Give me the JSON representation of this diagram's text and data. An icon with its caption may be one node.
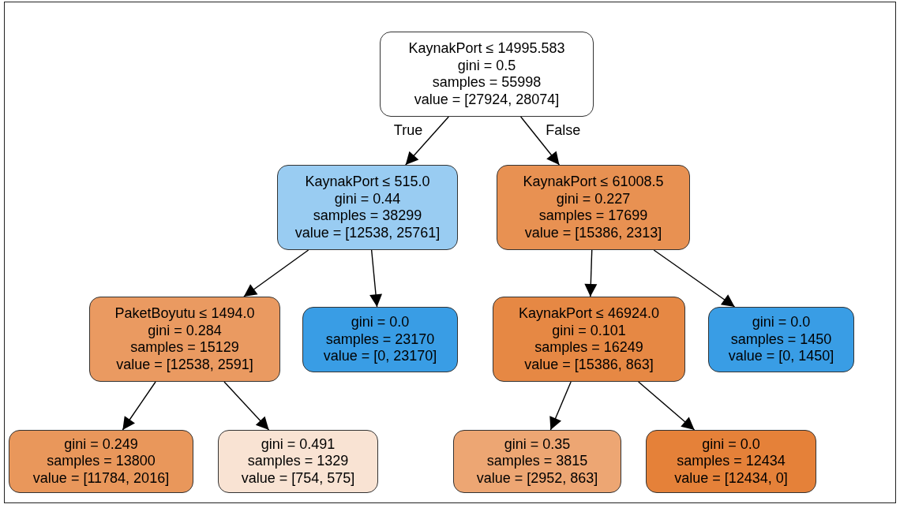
{
  "diagram": {
    "nodes": [
      {
        "text": [
          "KaynakPort ≤ 14995.583",
          "gini = 0.5",
          "samples = 55998",
          "value = [27924, 28074]"
        ]
      },
      {
        "text": [
          "KaynakPort ≤ 515.0",
          "gini = 0.44",
          "samples = 38299",
          "value = [12538, 25761]"
        ]
      },
      {
        "text": [
          "KaynakPort ≤ 61008.5",
          "gini = 0.227",
          "samples = 17699",
          "value = [15386, 2313]"
        ]
      },
      {
        "text": [
          "PaketBoyutu ≤ 1494.0",
          "gini = 0.284",
          "samples = 15129",
          "value = [12538, 2591]"
        ]
      },
      {
        "text": [
          "gini = 0.0",
          "samples = 23170",
          "value = [0, 23170]"
        ]
      },
      {
        "text": [
          "KaynakPort ≤ 46924.0",
          "gini = 0.101",
          "samples = 16249",
          "value = [15386, 863]"
        ]
      },
      {
        "text": [
          "gini = 0.0",
          "samples = 1450",
          "value = [0, 1450]"
        ]
      },
      {
        "text": [
          "gini = 0.249",
          "samples = 13800",
          "value = [11784, 2016]"
        ]
      },
      {
        "text": [
          "gini = 0.491",
          "samples = 1329",
          "value = [754, 575]"
        ]
      },
      {
        "text": [
          "gini = 0.35",
          "samples = 3815",
          "value = [2952, 863]"
        ]
      },
      {
        "text": [
          "gini = 0.0",
          "samples = 12434",
          "value = [12434, 0]"
        ]
      }
    ],
    "edges": [
      {
        "from": 0,
        "to": 1,
        "arrow": "to",
        "label": "True"
      },
      {
        "from": 0,
        "to": 2,
        "arrow": "to",
        "label": "False"
      },
      {
        "from": 1,
        "to": 3,
        "arrow": "to"
      },
      {
        "from": 1,
        "to": 4,
        "arrow": "to"
      },
      {
        "from": 2,
        "to": 5,
        "arrow": "to"
      },
      {
        "from": 2,
        "to": 6,
        "arrow": "to"
      },
      {
        "from": 3,
        "to": 7,
        "arrow": "to"
      },
      {
        "from": 3,
        "to": 8,
        "arrow": "to"
      },
      {
        "from": 5,
        "to": 9,
        "arrow": "to"
      },
      {
        "from": 5,
        "to": 10,
        "arrow": "to"
      }
    ]
  }
}
